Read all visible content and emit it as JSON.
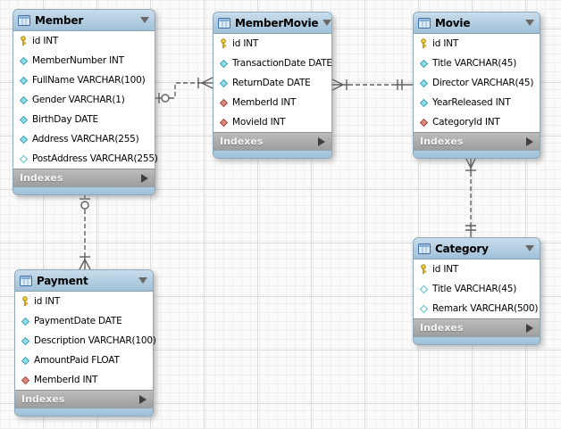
{
  "diagram": {
    "tables": [
      {
        "name": "Member",
        "footer": "Indexes",
        "columns": [
          {
            "text": "id INT",
            "icon": "primary-key-icon"
          },
          {
            "text": "MemberNumber INT",
            "icon": "column-required-icon"
          },
          {
            "text": "FullName VARCHAR(100)",
            "icon": "column-required-icon"
          },
          {
            "text": "Gender VARCHAR(1)",
            "icon": "column-required-icon"
          },
          {
            "text": "BirthDay DATE",
            "icon": "column-required-icon"
          },
          {
            "text": "Address VARCHAR(255)",
            "icon": "column-required-icon"
          },
          {
            "text": "PostAddress VARCHAR(255)",
            "icon": "column-nullable-icon"
          }
        ]
      },
      {
        "name": "MemberMovie",
        "footer": "Indexes",
        "columns": [
          {
            "text": "id INT",
            "icon": "primary-key-icon"
          },
          {
            "text": "TransactionDate DATE",
            "icon": "column-required-icon"
          },
          {
            "text": "ReturnDate DATE",
            "icon": "column-required-icon"
          },
          {
            "text": "MemberId INT",
            "icon": "foreign-key-icon"
          },
          {
            "text": "MovieId INT",
            "icon": "foreign-key-icon"
          }
        ]
      },
      {
        "name": "Movie",
        "footer": "Indexes",
        "columns": [
          {
            "text": "id INT",
            "icon": "primary-key-icon"
          },
          {
            "text": "Title VARCHAR(45)",
            "icon": "column-required-icon"
          },
          {
            "text": "Director VARCHAR(45)",
            "icon": "column-required-icon"
          },
          {
            "text": "YearReleased INT",
            "icon": "column-required-icon"
          },
          {
            "text": "CategoryId INT",
            "icon": "foreign-key-icon"
          }
        ]
      },
      {
        "name": "Category",
        "footer": "Indexes",
        "columns": [
          {
            "text": "id INT",
            "icon": "primary-key-icon"
          },
          {
            "text": "Title VARCHAR(45)",
            "icon": "column-nullable-icon"
          },
          {
            "text": "Remark VARCHAR(500)",
            "icon": "column-nullable-icon"
          }
        ]
      },
      {
        "name": "Payment",
        "footer": "Indexes",
        "columns": [
          {
            "text": "id INT",
            "icon": "primary-key-icon"
          },
          {
            "text": "PaymentDate DATE",
            "icon": "column-required-icon"
          },
          {
            "text": "Description VARCHAR(100)",
            "icon": "column-required-icon"
          },
          {
            "text": "AmountPaid FLOAT",
            "icon": "column-required-icon"
          },
          {
            "text": "MemberId INT",
            "icon": "foreign-key-icon"
          }
        ]
      }
    ],
    "relationships": [
      {
        "from": "Member",
        "to": "MemberMovie",
        "from_cardinality": "0..1",
        "to_cardinality": "1..*",
        "line_style": "dashed"
      },
      {
        "from": "Movie",
        "to": "MemberMovie",
        "from_cardinality": "1..1",
        "to_cardinality": "1..*",
        "line_style": "dashed"
      },
      {
        "from": "Category",
        "to": "Movie",
        "from_cardinality": "1..1",
        "to_cardinality": "1..*",
        "line_style": "dashed"
      },
      {
        "from": "Member",
        "to": "Payment",
        "from_cardinality": "0..1",
        "to_cardinality": "1..*",
        "line_style": "dashed"
      }
    ],
    "colors": {
      "header_blue_top": "#c9ddec",
      "header_blue_bottom": "#9fc0d8",
      "indexes_gray": "#a9a9a9",
      "footer_blue": "#a7c8de",
      "relationship_line": "#5f5f5f",
      "primary_key_yellow": "#f2d233",
      "column_cyan": "#93dce8",
      "foreign_key_red": "#dd8a80",
      "grid_minor": "#efefef",
      "grid_major": "#dcdcdc"
    }
  }
}
